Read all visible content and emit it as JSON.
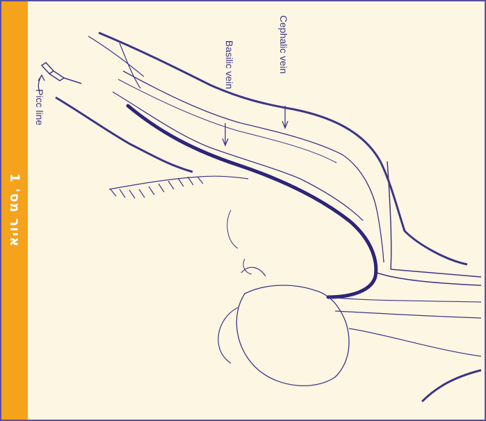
{
  "figure": {
    "caption": "איור מס' 1",
    "labels": {
      "cephalic_vein": "Cephalic vein",
      "basilic_vein": "Basilic vein",
      "picc_line": "Picc line"
    }
  },
  "colors": {
    "band": "#f5a21c",
    "ink": "#3c3585",
    "paper": "#fdf6e3",
    "border": "#5a4f9e"
  }
}
